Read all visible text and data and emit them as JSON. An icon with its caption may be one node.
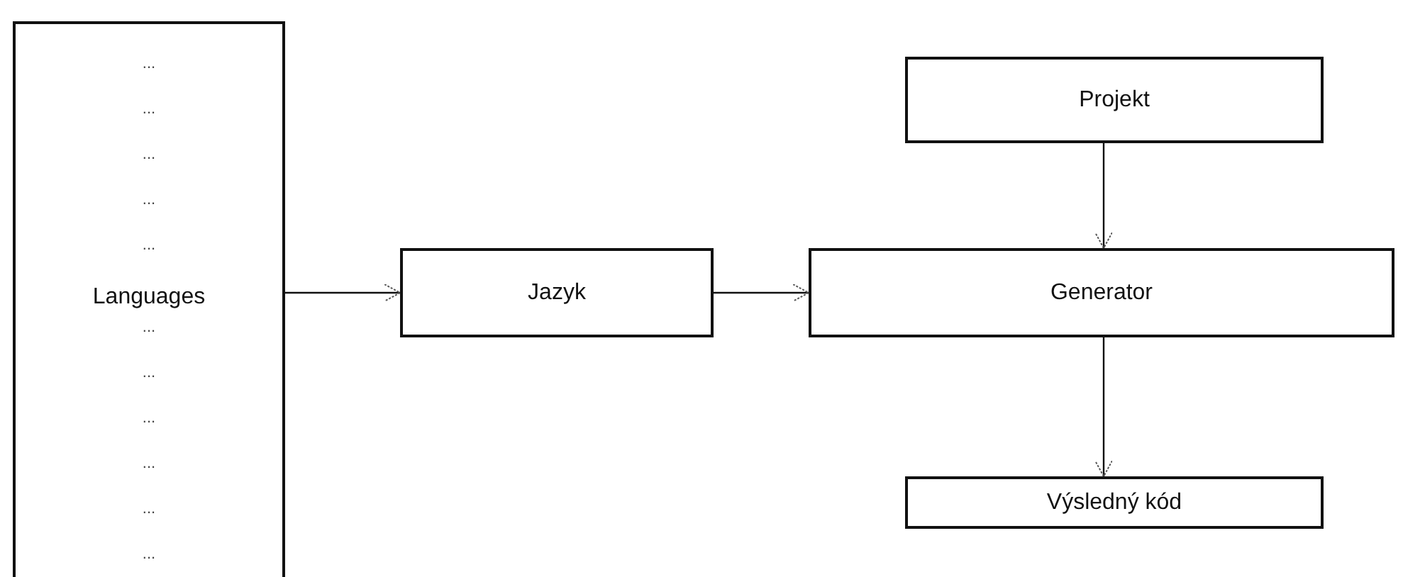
{
  "diagram": {
    "nodes": [
      {
        "text": [
          "...",
          "...",
          "...",
          "...",
          "...",
          "Languages",
          "...",
          "...",
          "...",
          "...",
          "...",
          "..."
        ]
      },
      {
        "text": [
          "Jazyk"
        ]
      },
      {
        "text": [
          "Projekt"
        ]
      },
      {
        "text": [
          "Generator"
        ]
      },
      {
        "text": [
          "Výsledný kód"
        ]
      }
    ],
    "edges": [
      {
        "from": 0,
        "to": 1,
        "arrow": "to"
      },
      {
        "from": 1,
        "to": 3,
        "arrow": "to"
      },
      {
        "from": 2,
        "to": 3,
        "arrow": "to"
      },
      {
        "from": 3,
        "to": 4,
        "arrow": "to"
      }
    ]
  }
}
